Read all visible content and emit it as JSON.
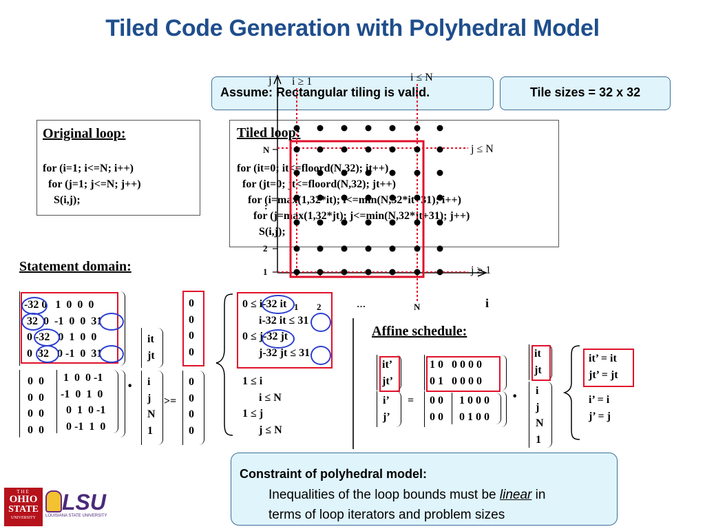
{
  "title": "Tiled Code Generation with Polyhedral Model",
  "assume_text": "Assume: Rectangular tiling is valid.",
  "tile_sizes": "Tile sizes = 32 x 32",
  "original": {
    "heading": "Original loop:",
    "code": "for (i=1; i<=N; i++)\n  for (j=1; j<=N; j++)\n    S(i,j);"
  },
  "tiled": {
    "heading": "Tiled loop:",
    "code": "for (it=0; it<=floord(N,32); it++)\n  for (jt=0; jt<=floord(N,32); jt++)\n    for (i=max(1,32*it); i<=min(N,32*it+31); i++)\n      for (j=max(1,32*jt); j<=min(N,32*jt+31); j++)\n        S(i,j);"
  },
  "grid": {
    "j_axis": "j",
    "i_axis": "i",
    "tick_N_y": "N",
    "tick_2_y": "2",
    "tick_1_y": "1",
    "tick_dots_y": ":",
    "tick_1_x": "1",
    "tick_2_x": "2",
    "tick_dots_x": "…",
    "tick_N_x": "N",
    "label_i_ge_1": "i ≥ 1",
    "label_i_le_N": "i ≤ N",
    "label_j_le_N": "j ≤ N",
    "label_j_ge_1": "j ≥ 1",
    "colors": {
      "dot": "#000000",
      "boundary": "#e0112a",
      "tile": "#e0112a"
    }
  },
  "statement_domain": {
    "heading": "Statement domain:",
    "tile_matrix": "-32 0   1  0  0  0\n 32  0  -1  0  0  31\n 0 -32   0  1  0  0\n 0  32   0 -1  0  31",
    "lower_left": " 0  0\n 0  0\n 0  0\n 0  0",
    "lower_right": "  1  0  0 -1\n -1  0  1  0\n   0  1  0 -1\n   0 -1  1  0",
    "vector_top": "it\njt",
    "vector_bottom": "i\nj\nN\n1",
    "dot": "·",
    "geq": ">=",
    "zeros_top": "0\n0\n0\n0",
    "zeros_bottom": "0\n0\n0\n0",
    "ineq_top": "0 ≤ i-32 it\n      i-32 it ≤ 31\n0 ≤ j-32 jt\n      j-32 jt ≤ 31",
    "ineq_bottom": "1 ≤ i\n      i ≤ N\n1 ≤ j\n      j ≤ N"
  },
  "affine": {
    "heading": "Affine schedule:",
    "lhs_top": "it’\njt’",
    "lhs_bottom": "i’\nj’",
    "equals": "=",
    "mat_top": "1 0   0 0 0 0\n0 1   0 0 0 0",
    "mat_bottom_left": "0 0\n0 0",
    "mat_bottom_right": "1 0 0 0\n0 1 0 0",
    "dot": "·",
    "vec_top": "it\njt",
    "vec_bottom": "i\nj\nN\n1",
    "res_top": "it’ = it\njt’ = jt",
    "res_bottom": "i’ = i\nj’ = j"
  },
  "constraint": {
    "heading": "Constraint of polyhedral model:",
    "line1_pre": "Inequalities of the loop bounds must be ",
    "line1_em": "linear",
    "line1_post": " in",
    "line2": "terms of loop iterators and problem sizes"
  },
  "logos": {
    "osu_lines": [
      "THE",
      "OHIO",
      "STATE",
      "UNIVERSITY"
    ],
    "lsu": "LSU",
    "lsu_sub": "LOUISIANA STATE UNIVERSITY"
  }
}
